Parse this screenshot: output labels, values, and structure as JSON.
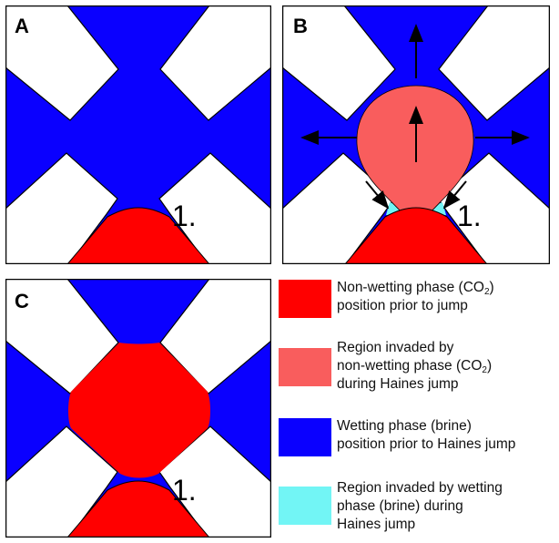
{
  "colors": {
    "wetting_phase": "#0a00ff",
    "nonwetting_prior": "#ff0000",
    "nonwetting_invaded": "#f95d5d",
    "wetting_invaded": "#72f5f5",
    "grain": "#ffffff",
    "outline": "#000000"
  },
  "panels": [
    {
      "label": "A",
      "pore_label": "1."
    },
    {
      "label": "B",
      "pore_label": "1."
    },
    {
      "label": "C",
      "pore_label": "1."
    }
  ],
  "legend": [
    {
      "swatch": "nonwetting_prior",
      "line1": "Non-wetting phase (CO",
      "sub1": "2",
      "end1": ")",
      "line2": "position prior to jump",
      "line3": ""
    },
    {
      "swatch": "nonwetting_invaded",
      "line1": "Region invaded by",
      "line2": "non-wetting phase (CO",
      "sub2": "2",
      "end2": ")",
      "line3": "during Haines jump"
    },
    {
      "swatch": "wetting_phase",
      "line1": "Wetting phase (brine)",
      "line2": "position prior to Haines jump",
      "line3": ""
    },
    {
      "swatch": "wetting_invaded",
      "line1": "Region invaded by wetting",
      "line2": "phase (brine) during",
      "line3": "Haines jump"
    }
  ]
}
